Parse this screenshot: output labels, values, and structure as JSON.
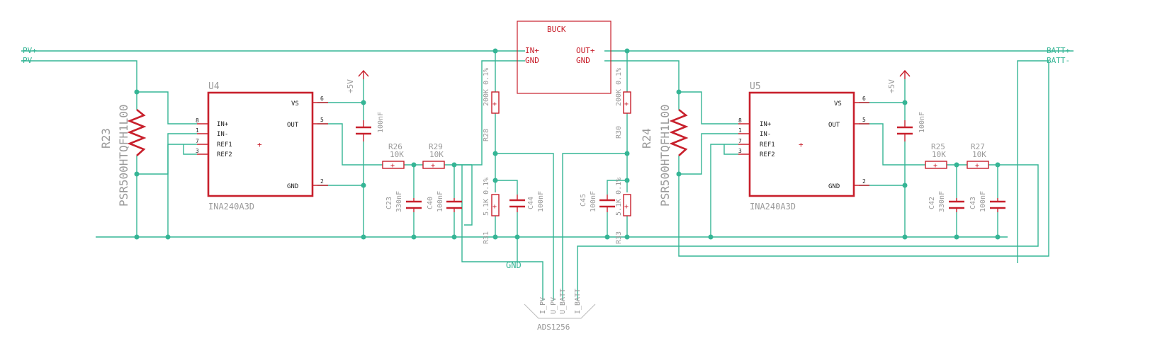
{
  "colors": {
    "wire": "#35b595",
    "part": "#c8202c",
    "part_label": "#9a9a9a",
    "pin_number": "#222222",
    "background": "#ffffff"
  },
  "nets": {
    "pv_pos": "PV+",
    "pv_neg": "PV-",
    "batt_pos": "BATT+",
    "batt_neg": "BATT-",
    "gnd": "GND"
  },
  "buck": {
    "name": "BUCK",
    "pins": [
      "IN+",
      "GND",
      "OUT+",
      "GND"
    ]
  },
  "u4": {
    "ref": "U4",
    "value": "INA240A3D",
    "left_pins": [
      {
        "num": "8",
        "name": "IN+"
      },
      {
        "num": "1",
        "name": "IN-"
      },
      {
        "num": "7",
        "name": "REF1"
      },
      {
        "num": "3",
        "name": "REF2"
      }
    ],
    "right_pins": [
      {
        "num": "6",
        "name": "VS"
      },
      {
        "num": "5",
        "name": "OUT"
      },
      {
        "num": "2",
        "name": "GND"
      }
    ]
  },
  "u5": {
    "ref": "U5",
    "value": "INA240A3D",
    "left_pins": [
      {
        "num": "8",
        "name": "IN+"
      },
      {
        "num": "1",
        "name": "IN-"
      },
      {
        "num": "7",
        "name": "REF1"
      },
      {
        "num": "3",
        "name": "REF2"
      }
    ],
    "right_pins": [
      {
        "num": "6",
        "name": "VS"
      },
      {
        "num": "5",
        "name": "OUT"
      },
      {
        "num": "2",
        "name": "GND"
      }
    ]
  },
  "supplies": {
    "u4_supply": "+5V",
    "u5_supply": "+5V"
  },
  "shunts": {
    "r23_ref": "R23",
    "r23_value": "PSR500HTQFH1L00",
    "r24_ref": "R24",
    "r24_value": "PSR500HTQFH1L00"
  },
  "resistors": {
    "r26": {
      "ref": "R26",
      "value": "10K"
    },
    "r29": {
      "ref": "R29",
      "value": "10K"
    },
    "r25": {
      "ref": "R25",
      "value": "10K"
    },
    "r27": {
      "ref": "R27",
      "value": "10K"
    },
    "r28": {
      "ref": "R28",
      "value": "200K 0.1%"
    },
    "r31": {
      "ref": "R31",
      "value": "5.1K 0.1%"
    },
    "r30": {
      "ref": "R30",
      "value": "200K 0.1%"
    },
    "r33": {
      "ref": "R33",
      "value": "5.1K 0.1%"
    }
  },
  "capacitors": {
    "u4_bypass": {
      "value": "100nF"
    },
    "u5_bypass": {
      "value": "100nF"
    },
    "c23": {
      "ref": "C23",
      "value": "330nF"
    },
    "c40": {
      "ref": "C40",
      "value": "100nF"
    },
    "c44": {
      "ref": "C44",
      "value": "100nF"
    },
    "c45": {
      "ref": "C45",
      "value": "100nF"
    },
    "c42": {
      "ref": "C42",
      "value": "330nF"
    },
    "c43": {
      "ref": "C43",
      "value": "100nF"
    }
  },
  "adc": {
    "name": "ADS1256",
    "signals": [
      "I_PV",
      "U_PV",
      "U_BATT",
      "I_BATT"
    ]
  }
}
